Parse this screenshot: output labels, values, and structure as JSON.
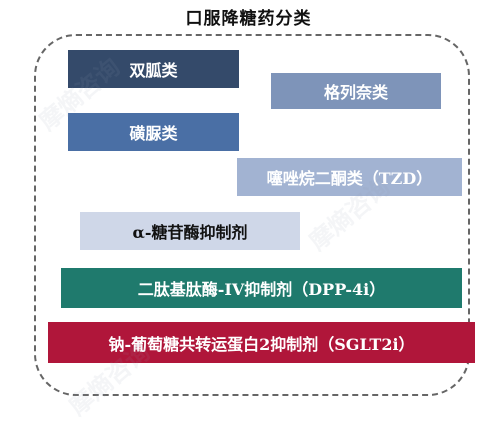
{
  "title": "口服降糖药分类",
  "boxes": [
    {
      "label": "双胍类",
      "bg": "#344a6a",
      "fg": "#ffffff"
    },
    {
      "label": "格列奈类",
      "bg": "#7e94b9",
      "fg": "#ffffff"
    },
    {
      "label": "磺脲类",
      "bg": "#4a6fa5",
      "fg": "#ffffff"
    },
    {
      "label": "噻唑烷二酮类（TZD）",
      "bg": "#a2b3d2",
      "fg": "#ffffff"
    },
    {
      "label": "α-糖苷酶抑制剂",
      "bg": "#cfd7e8",
      "fg": "#111111"
    },
    {
      "label": "二肽基肽酶-IV抑制剂（DPP-4i）",
      "bg": "#1f7a6d",
      "fg": "#ffffff"
    },
    {
      "label": "钠-葡萄糖共转运蛋白2抑制剂（SGLT2i）",
      "bg": "#b0163a",
      "fg": "#ffffff"
    }
  ],
  "watermark_text": "摩熵咨询"
}
